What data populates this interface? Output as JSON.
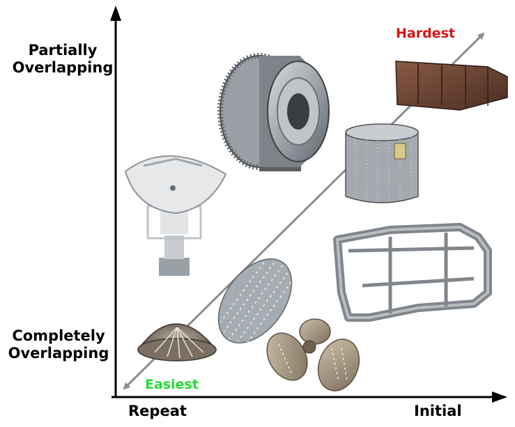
{
  "diagram": {
    "y_axis": {
      "top_label": "Partially\nOverlapping",
      "bottom_label": "Completely\nOverlapping"
    },
    "x_axis": {
      "left_label": "Repeat",
      "right_label": "Initial"
    },
    "trend": {
      "start_label": "Easiest",
      "end_label": "Hardest",
      "start_color": "#22dd33",
      "end_color": "#dd1111",
      "line_color": "#8c8c8c"
    },
    "parts": [
      {
        "name": "radar-antenna"
      },
      {
        "name": "turbine-rotor"
      },
      {
        "name": "box-beam"
      },
      {
        "name": "cylindrical-shell"
      },
      {
        "name": "car-body-frame"
      },
      {
        "name": "oval-plate"
      },
      {
        "name": "dome-cap"
      },
      {
        "name": "propeller"
      }
    ]
  }
}
